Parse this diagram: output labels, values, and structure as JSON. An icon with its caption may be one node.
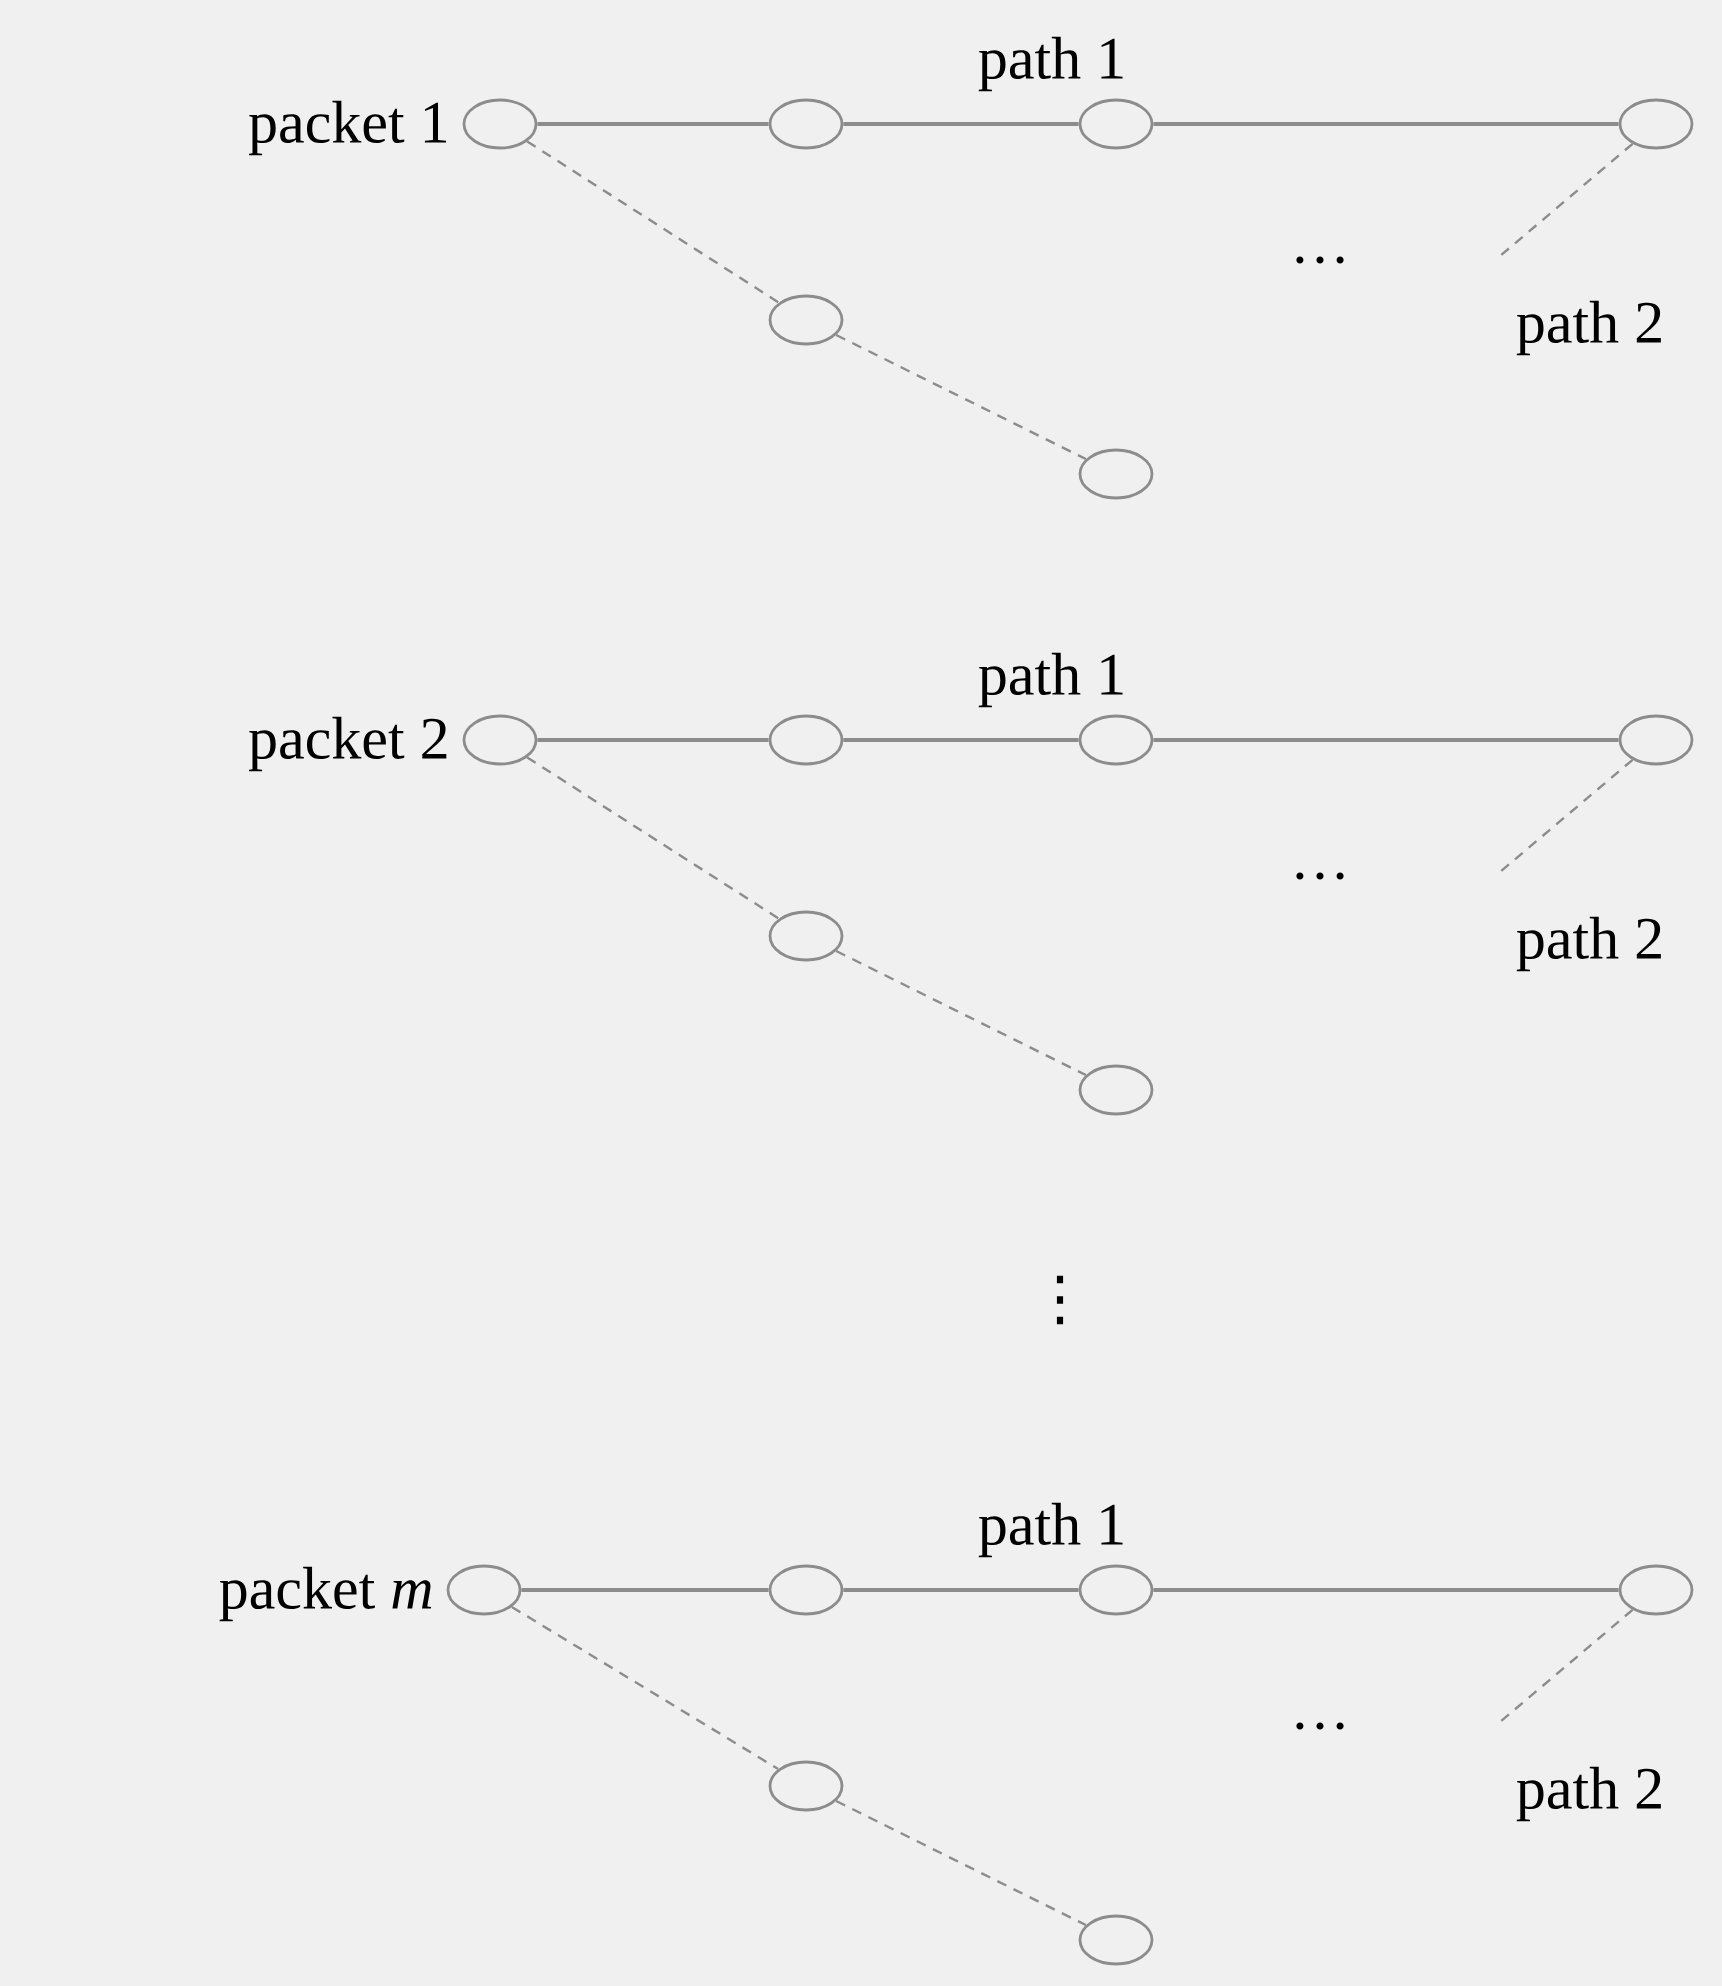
{
  "diagram": {
    "nodes": [
      {
        "text": [],
        "shape": "ellipse",
        "beside": [
          "packet 1"
        ]
      },
      {
        "text": [],
        "shape": "ellipse"
      },
      {
        "text": [],
        "shape": "ellipse"
      },
      {
        "text": [],
        "shape": "ellipse"
      },
      {
        "text": [],
        "shape": "ellipse"
      },
      {
        "text": [],
        "shape": "ellipse"
      },
      {
        "text": [],
        "shape": "ellipse",
        "beside": [
          "packet 2"
        ]
      },
      {
        "text": [],
        "shape": "ellipse"
      },
      {
        "text": [],
        "shape": "ellipse"
      },
      {
        "text": [],
        "shape": "ellipse"
      },
      {
        "text": [],
        "shape": "ellipse"
      },
      {
        "text": [],
        "shape": "ellipse"
      },
      {
        "text": [],
        "shape": "ellipse",
        "beside": [
          "packet *m*"
        ]
      },
      {
        "text": [],
        "shape": "ellipse"
      },
      {
        "text": [],
        "shape": "ellipse"
      },
      {
        "text": [],
        "shape": "ellipse"
      },
      {
        "text": [],
        "shape": "ellipse"
      },
      {
        "text": [],
        "shape": "ellipse"
      }
    ],
    "edges": [
      {
        "from": 0,
        "to": 1,
        "arrow": "none"
      },
      {
        "from": 1,
        "to": 2,
        "arrow": "none"
      },
      {
        "from": 2,
        "to": 3,
        "arrow": "none"
      },
      {
        "from": 0,
        "to": 4,
        "arrow": "none",
        "style": "dashed"
      },
      {
        "from": 4,
        "to": 5,
        "arrow": "none",
        "style": "dashed"
      },
      {
        "from": 3,
        "to": null,
        "arrow": "none",
        "style": "dashed"
      },
      {
        "from": 6,
        "to": 7,
        "arrow": "none"
      },
      {
        "from": 7,
        "to": 8,
        "arrow": "none"
      },
      {
        "from": 8,
        "to": 9,
        "arrow": "none"
      },
      {
        "from": 6,
        "to": 10,
        "arrow": "none",
        "style": "dashed"
      },
      {
        "from": 10,
        "to": 11,
        "arrow": "none",
        "style": "dashed"
      },
      {
        "from": 9,
        "to": null,
        "arrow": "none",
        "style": "dashed"
      },
      {
        "from": 12,
        "to": 13,
        "arrow": "none"
      },
      {
        "from": 13,
        "to": 14,
        "arrow": "none"
      },
      {
        "from": 14,
        "to": 15,
        "arrow": "none"
      },
      {
        "from": 12,
        "to": 16,
        "arrow": "none",
        "style": "dashed"
      },
      {
        "from": 16,
        "to": 17,
        "arrow": "none",
        "style": "dashed"
      },
      {
        "from": 15,
        "to": null,
        "arrow": "none",
        "style": "dashed"
      }
    ],
    "labels": [
      "path 1",
      "…",
      "path 2",
      "path 1",
      "…",
      "path 2",
      "⋮",
      "path 1",
      "…",
      "path 2"
    ]
  }
}
